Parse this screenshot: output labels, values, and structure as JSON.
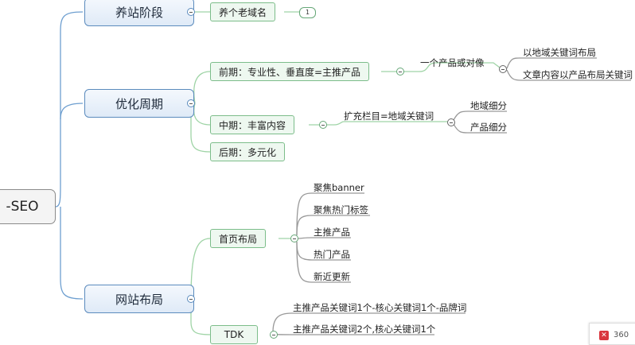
{
  "root": {
    "label": "-SEO"
  },
  "branches": [
    {
      "label": "养站阶段",
      "children": [
        {
          "label": "养个老域名",
          "count": "1"
        }
      ]
    },
    {
      "label": "优化周期",
      "children": [
        {
          "label": "前期：专业性、垂直度=主推产品",
          "sub": {
            "label": "一个产品或对像",
            "items": [
              "以地域关键词布局",
              "文章内容以产品布局关键词"
            ]
          }
        },
        {
          "label": "中期：丰富内容",
          "sub": {
            "label": "扩充栏目=地域关键词",
            "items": [
              "地域细分",
              "产品细分"
            ]
          }
        },
        {
          "label": "后期：多元化"
        }
      ]
    },
    {
      "label": "网站布局",
      "children": [
        {
          "label": "首页布局",
          "items": [
            "聚焦banner",
            "聚焦热门标签",
            "主推产品",
            "热门产品",
            "新近更新"
          ]
        },
        {
          "label": "TDK",
          "items": [
            "主推产品关键词1个-核心关键词1个-品牌词",
            "主推产品关键词2个,核心关键词1个"
          ]
        }
      ]
    }
  ],
  "tray": {
    "icon": "360-icon",
    "text": "360"
  },
  "colors": {
    "l1_line": "#6e9fd0",
    "l2_line": "#9fd4a6",
    "leaf_line": "#999999"
  }
}
